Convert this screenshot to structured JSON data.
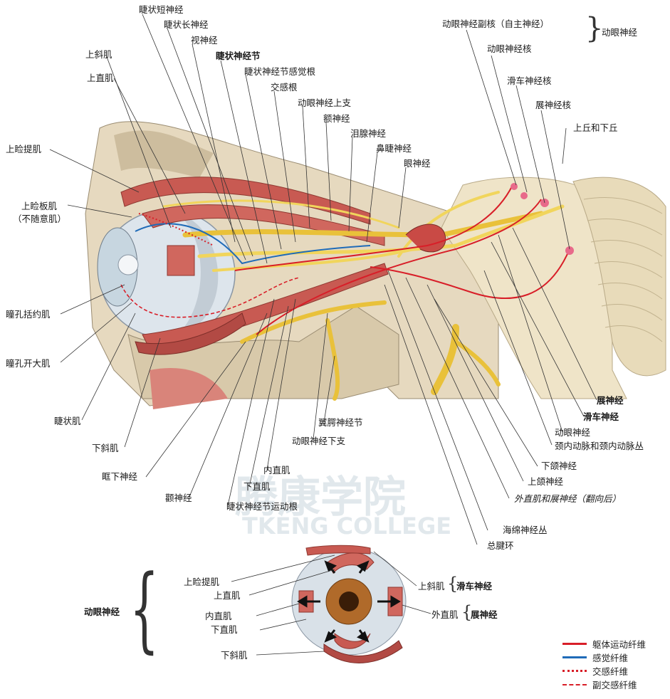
{
  "colors": {
    "motor": "#d81e28",
    "sensory": "#1f6bb8",
    "nerve_yellow": "#f2d14a",
    "muscle": "#c9584f",
    "bone": "#e8dcc4"
  },
  "labels": {
    "ciliary_short_n": "睫状短神经",
    "ciliary_long_n": "睫状长神经",
    "optic_n": "视神经",
    "ciliary_ganglion": "睫状神经节",
    "ciliary_ganglion_sensory_root": "睫状神经节感觉根",
    "sympathetic_root": "交感根",
    "oculomotor_superior_branch": "动眼神经上支",
    "frontal_n": "额神经",
    "lacrimal_n": "泪腺神经",
    "nasociliary_n": "鼻睫神经",
    "ophthalmic_n": "眼神经",
    "superior_oblique": "上斜肌",
    "superior_rectus": "上直肌",
    "levator_palpebrae": "上睑提肌",
    "superior_tarsal": "上睑板肌",
    "superior_tarsal_note": "（不随意肌）",
    "sphincter_pupillae": "瞳孔括约肌",
    "dilator_pupillae": "瞳孔开大肌",
    "ciliary_muscle": "睫状肌",
    "inferior_oblique": "下斜肌",
    "infraorbital_n": "眶下神经",
    "zygomatic_n": "颧神经",
    "ciliary_motor_root": "睫状神经节运动根",
    "inferior_rectus": "下直肌",
    "medial_rectus": "内直肌",
    "oculomotor_inferior_branch": "动眼神经下支",
    "pterygopalatine_ganglion": "翼腭神经节",
    "common_tendinous_ring": "总腱环",
    "cavernous_plexus": "海绵神经丛",
    "lateral_rectus_abducens": "外直肌和展神经（翻向后）",
    "maxillary_n": "上颌神经",
    "mandibular_n": "下颌神经",
    "internal_carotid": "颈内动脉和颈内动脉丛",
    "oculomotor_n": "动眼神经",
    "trochlear_n": "滑车神经",
    "abducens_n": "展神经",
    "accessory_oculomotor_nucleus": "动眼神经副核（自主神经）",
    "oculomotor_nucleus": "动眼神经核",
    "trochlear_nucleus": "滑车神经核",
    "abducens_nucleus": "展神经核",
    "colliculi": "上丘和下丘",
    "oculomotor_group": "动眼神经"
  },
  "lower_diagram": {
    "group_left": "动眼神经",
    "levator": "上睑提肌",
    "sup_rectus": "上直肌",
    "med_rectus": "内直肌",
    "inf_rectus": "下直肌",
    "inf_oblique": "下斜肌",
    "sup_oblique": "上斜肌",
    "trochlear": "滑车神经",
    "lat_rectus": "外直肌",
    "abducens": "展神经"
  },
  "legend": {
    "items": [
      {
        "label": "躯体运动纤维",
        "style": "solid-red"
      },
      {
        "label": "感觉纤维",
        "style": "solid-blue"
      },
      {
        "label": "交感纤维",
        "style": "dotted-red"
      },
      {
        "label": "副交感纤维",
        "style": "dashed-red"
      }
    ]
  },
  "watermark": {
    "cn": "腾康学院",
    "en": "TKENG COLLEGE"
  }
}
